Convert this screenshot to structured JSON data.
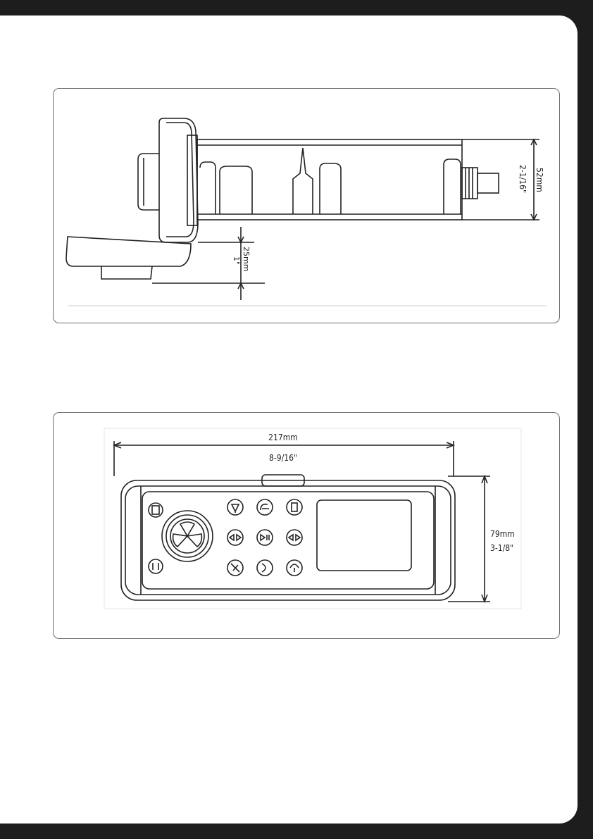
{
  "side_view": {
    "height_metric": "52mm",
    "height_imperial": "2-1/16\"",
    "depth_metric": "25mm",
    "depth_imperial": "1\""
  },
  "front_view": {
    "width_metric": "217mm",
    "width_imperial": "8-9/16\"",
    "height_metric": "79mm",
    "height_imperial": "3-1/8\""
  },
  "colors": {
    "frame": "#1d1d1d",
    "line": "#222222",
    "panel_border": "#6e6e6e"
  }
}
